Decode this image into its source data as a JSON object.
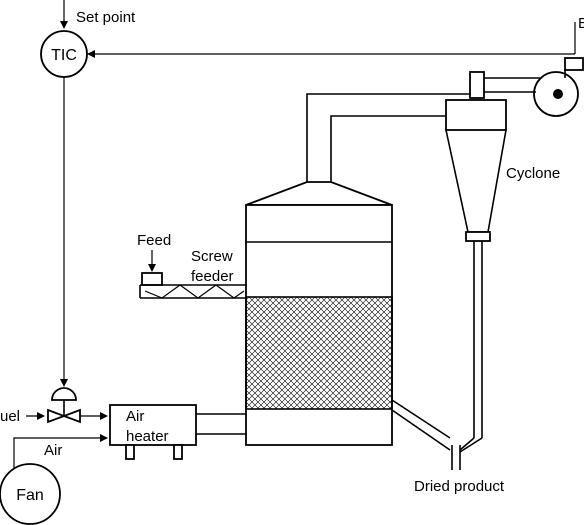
{
  "labels": {
    "set_point": "Set point",
    "tic": "TIC",
    "exhaust_fragment": "E",
    "cyclone": "Cyclone",
    "feed": "Feed",
    "screw_line1": "Screw",
    "screw_line2": "feeder",
    "fuel": "uel",
    "air_heater_line1": "Air",
    "air_heater_line2": "heater",
    "air": "Air",
    "fan": "Fan",
    "dried_product": "Dried product"
  },
  "colors": {
    "line": "#000000",
    "background": "#ffffff"
  }
}
